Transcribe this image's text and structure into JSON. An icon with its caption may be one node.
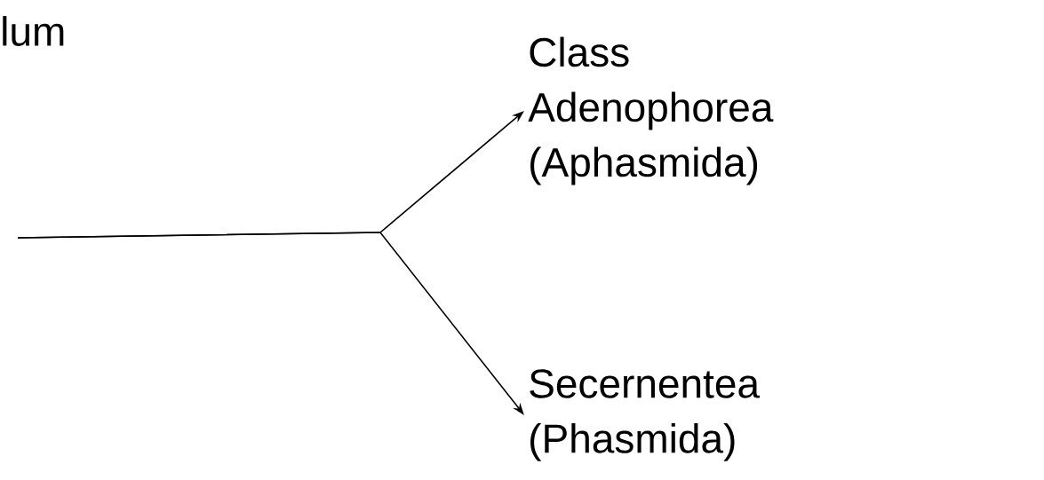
{
  "diagram": {
    "nodes": [
      {
        "text": [
          "Class Adenophorea (Aphasmida)"
        ]
      },
      {
        "text": [
          "Secernentea (Phasmida)"
        ]
      }
    ],
    "edges": [
      {
        "from": null,
        "to": 0,
        "arrow": "to"
      },
      {
        "from": null,
        "to": 1,
        "arrow": "to"
      }
    ],
    "labels": [
      "lum"
    ]
  }
}
